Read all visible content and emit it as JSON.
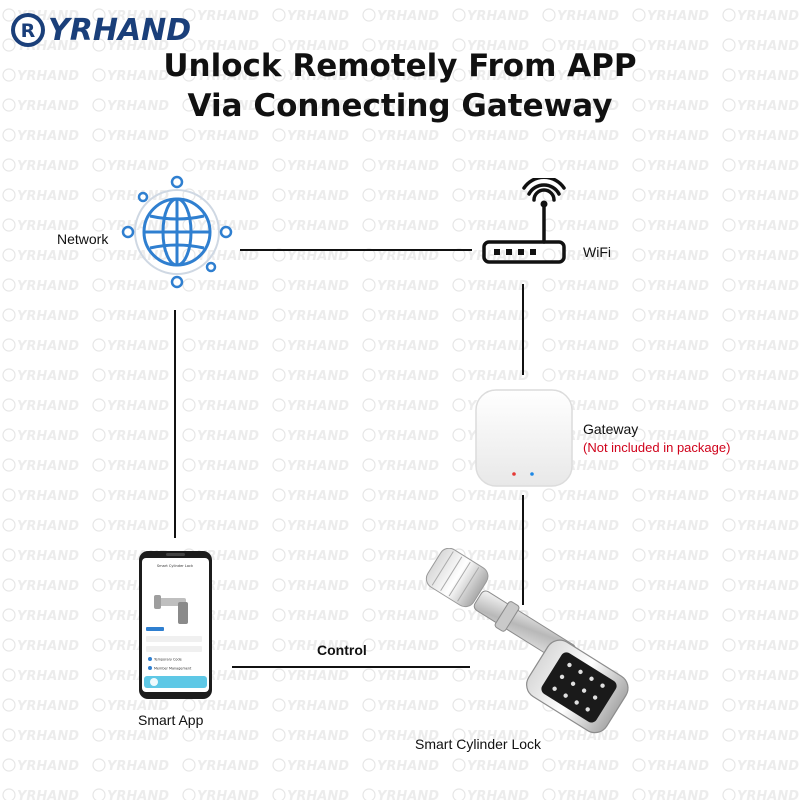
{
  "brand": {
    "name": "YRHAND",
    "logo_letter": "R",
    "color": "#1a3f7a"
  },
  "title": {
    "line1": "Unlock Remotely From APP",
    "line2": "Via Connecting Gateway"
  },
  "nodes": {
    "network": {
      "label": "Network",
      "icon": "globe-icon"
    },
    "wifi": {
      "label": "WiFi",
      "icon": "router-icon"
    },
    "gateway": {
      "label": "Gateway",
      "note": "(Not included in package)",
      "icon": "gateway-device"
    },
    "app": {
      "label": "Smart App",
      "icon": "smartphone"
    },
    "lock": {
      "label": "Smart Cylinder Lock",
      "icon": "cylinder-lock"
    }
  },
  "edges": [
    {
      "from": "network",
      "to": "wifi"
    },
    {
      "from": "wifi",
      "to": "gateway"
    },
    {
      "from": "gateway",
      "to": "lock"
    },
    {
      "from": "network",
      "to": "app"
    },
    {
      "from": "app",
      "to": "lock",
      "label": "Control"
    }
  ],
  "phone_screen": {
    "header": "Smart Cylinder Lock",
    "items": [
      "Temporary Code",
      "Member Management"
    ]
  },
  "colors": {
    "accent": "#2f7fd0",
    "note": "#d0021b",
    "line": "#111111"
  }
}
